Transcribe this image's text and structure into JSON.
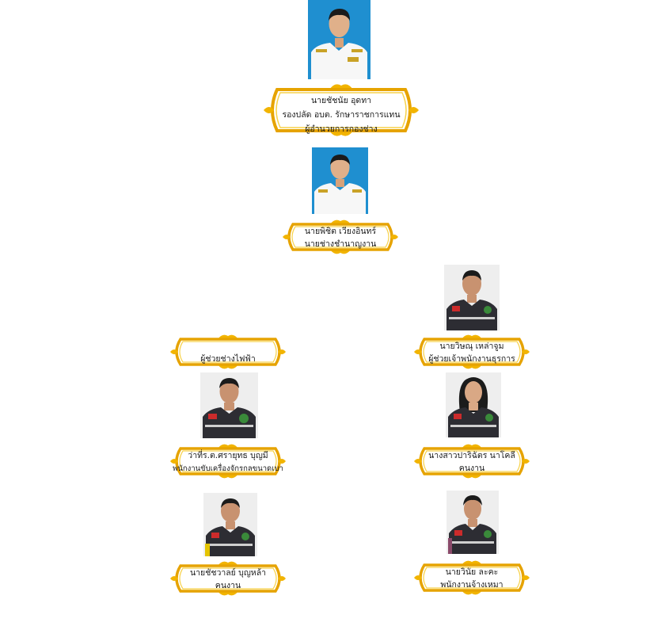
{
  "colors": {
    "frame_outer": "#e6a300",
    "frame_inner": "#f7d24a",
    "ornament": "#f2b400",
    "plate_fill": "#ffffff",
    "text": "#1a1a1a",
    "photo_bg_blue": "#1f8fd0",
    "photo_bg_white": "#f2f2f2",
    "uniform_white": "#f7f7f7",
    "vest_dark": "#2d2d33"
  },
  "staff": [
    {
      "name": "นายชัชนัย  อุดทา",
      "role": "รองปลัด อบต. รักษาราชการแทน",
      "role2": "ผู้อำนวยการกองช่าง"
    },
    {
      "name": "นายพิชิต  เวียงอินทร์",
      "role": "นายช่างชำนาญงาน"
    },
    {
      "name": "นายวิษณุ  เหล่าจูม",
      "role": "ผู้ช่วยเจ้าพนักงานธุรการ"
    },
    {
      "name": "",
      "role": "ผู้ช่วยช่างไฟฟ้า"
    },
    {
      "name": "ว่าที่ร.ต.ศรายุทธ  บุญมี",
      "role": "พนักงานขับเครื่องจักรกลขนาดเบา"
    },
    {
      "name": "นางสาวปาริฉัตร  นาโคลี",
      "role": "คนงาน"
    },
    {
      "name": "นายชัชวาลย์  บุญหล้า",
      "role": "คนงาน"
    },
    {
      "name": "นายวินัย  ละคะ",
      "role": "พนักงานจ้างเหมา"
    }
  ]
}
